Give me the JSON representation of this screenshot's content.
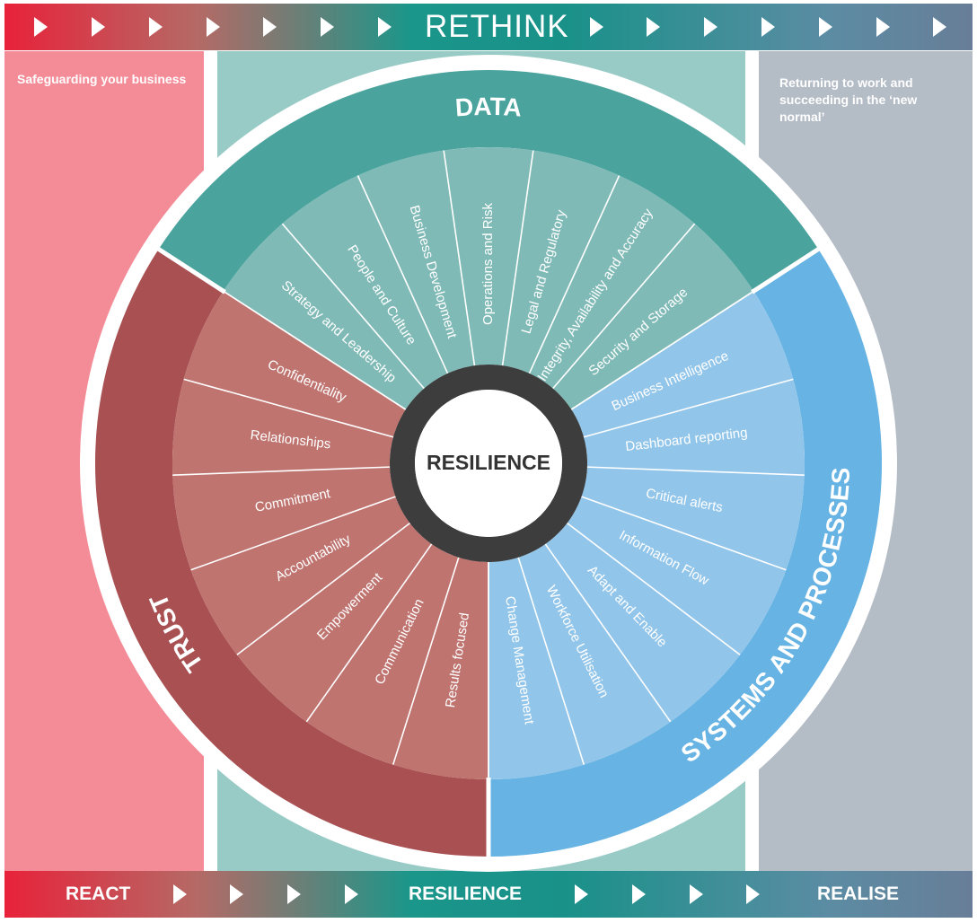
{
  "header": {
    "title": "RETHINK"
  },
  "footer": {
    "react": "REACT",
    "resilience": "RESILIENCE",
    "realise": "REALISE"
  },
  "panels": {
    "left_caption": "Safeguarding your business",
    "right_caption": "Returning to work and succeeding in the ‘new normal’"
  },
  "wheel": {
    "center_label": "RESILIENCE",
    "sections": [
      {
        "name": "DATA",
        "items": [
          "Strategy and Leadership",
          "People and Culture",
          "Business Development",
          "Operations and Risk",
          "Legal and Regulatory",
          "Integrity, Availability and Accuracy",
          "Security and Storage"
        ]
      },
      {
        "name": "SYSTEMS AND PROCESSES",
        "items": [
          "Business Intelligence",
          "Dashboard reporting",
          "Critical alerts",
          "Information Flow",
          "Adapt and Enable",
          "Workforce Utilisation",
          "Change Management"
        ]
      },
      {
        "name": "TRUST",
        "items": [
          "Results focused",
          "Communication",
          "Empowerment",
          "Accountability",
          "Commitment",
          "Relationships",
          "Confidentiality"
        ]
      }
    ]
  },
  "colors": {
    "data_ring": "#4aa39d",
    "data_segment": "#7fbab6",
    "systems_ring": "#66b3e4",
    "systems_segment": "#92c5ea",
    "trust_ring": "#a95052",
    "trust_segment": "#bf7470",
    "hub_ring": "#3d3d3d",
    "react_panel": "#f48c98",
    "resilience_panel": "#98cbc6",
    "realise_panel": "#b4bcc6"
  }
}
